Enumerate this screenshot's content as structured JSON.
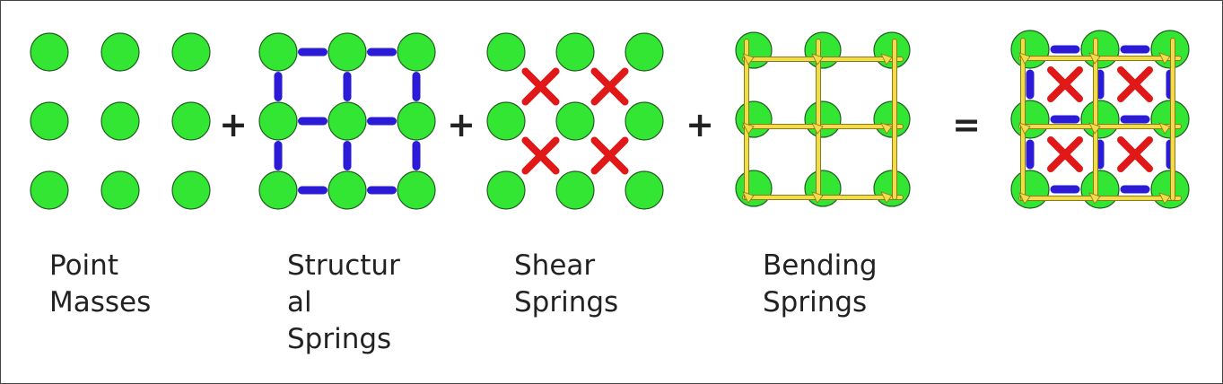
{
  "panels": [
    {
      "id": "point-masses",
      "label": "Point\nMasses"
    },
    {
      "id": "structural-springs",
      "label": "Structur\nal\nSprings"
    },
    {
      "id": "shear-springs",
      "label": "Shear\nSprings"
    },
    {
      "id": "bending-springs",
      "label": "Bending\nSprings"
    },
    {
      "id": "combined",
      "label": ""
    }
  ],
  "operators": [
    "+",
    "+",
    "+",
    "="
  ],
  "colors": {
    "mass": "#33e633",
    "mass_stroke": "#1f5f1f",
    "structural": "#2b1bd6",
    "shear": "#e01818",
    "bending": "#f2dc4a",
    "bending_stroke": "#8a7a1a",
    "text": "#222222"
  },
  "icons": {
    "mass": "green-circle",
    "structural": "blue-dash",
    "shear": "red-x",
    "bending": "yellow-bar"
  }
}
